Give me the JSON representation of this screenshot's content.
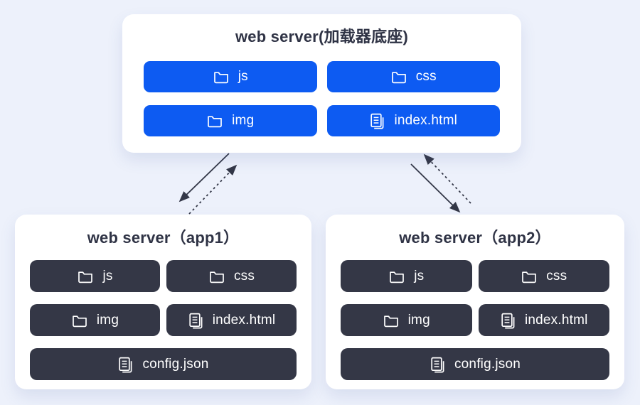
{
  "colors": {
    "background": "#edf1fb",
    "card": "#ffffff",
    "blue_button": "#0d5bf2",
    "dark_button": "#343746",
    "title_text": "#2f3345",
    "button_text": "#ffffff",
    "arrow": "#333747"
  },
  "loader": {
    "title": "web server(加载器底座)",
    "items": [
      {
        "label": "js",
        "icon": "folder-icon"
      },
      {
        "label": "css",
        "icon": "folder-icon"
      },
      {
        "label": "img",
        "icon": "folder-icon"
      },
      {
        "label": "index.html",
        "icon": "file-icon"
      }
    ]
  },
  "app1": {
    "title": "web server（app1）",
    "items": [
      {
        "label": "js",
        "icon": "folder-icon"
      },
      {
        "label": "css",
        "icon": "folder-icon"
      },
      {
        "label": "img",
        "icon": "folder-icon"
      },
      {
        "label": "index.html",
        "icon": "file-icon"
      },
      {
        "label": "config.json",
        "icon": "file-icon"
      }
    ]
  },
  "app2": {
    "title": "web server（app2）",
    "items": [
      {
        "label": "js",
        "icon": "folder-icon"
      },
      {
        "label": "css",
        "icon": "folder-icon"
      },
      {
        "label": "img",
        "icon": "folder-icon"
      },
      {
        "label": "index.html",
        "icon": "file-icon"
      },
      {
        "label": "config.json",
        "icon": "file-icon"
      }
    ]
  },
  "arrows": [
    {
      "name": "loader-to-app1",
      "style": "solid",
      "direction": "down-left"
    },
    {
      "name": "app1-to-loader",
      "style": "dashed",
      "direction": "up-right"
    },
    {
      "name": "app2-to-loader",
      "style": "dashed",
      "direction": "up-left"
    },
    {
      "name": "loader-to-app2",
      "style": "solid",
      "direction": "down-right"
    }
  ]
}
